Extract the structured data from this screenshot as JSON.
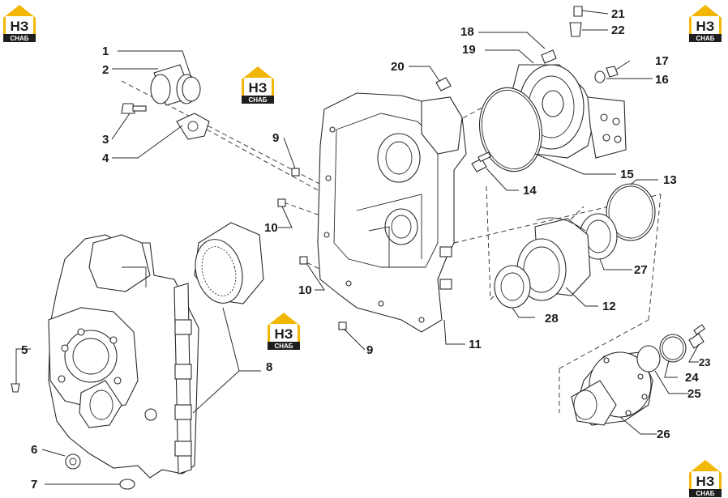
{
  "logo": {
    "mark": "НЗ",
    "caption": "СНАБ",
    "color_yellow": "#f2b705",
    "color_dark": "#1e1e1e"
  },
  "callouts": [
    "1",
    "2",
    "3",
    "4",
    "5",
    "6",
    "7",
    "8",
    "9",
    "10",
    "10",
    "9",
    "11",
    "12",
    "13",
    "14",
    "15",
    "16",
    "17",
    "18",
    "19",
    "20",
    "21",
    "22",
    "23",
    "24",
    "25",
    "26",
    "27",
    "28"
  ]
}
